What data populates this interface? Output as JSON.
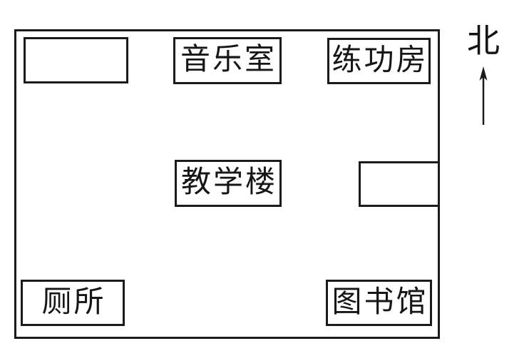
{
  "diagram": {
    "type": "campus-plan",
    "north_label": "北",
    "buildings": [
      {
        "id": "empty-top-left",
        "label": ""
      },
      {
        "id": "music-room",
        "label": "音乐室"
      },
      {
        "id": "practice-room",
        "label": "练功房"
      },
      {
        "id": "teaching-building",
        "label": "教学楼"
      },
      {
        "id": "empty-right",
        "label": ""
      },
      {
        "id": "toilet",
        "label": "厕所"
      },
      {
        "id": "library",
        "label": "图书馆"
      }
    ],
    "colors": {
      "line": "#1b1b1b",
      "background": "#ffffff"
    }
  }
}
